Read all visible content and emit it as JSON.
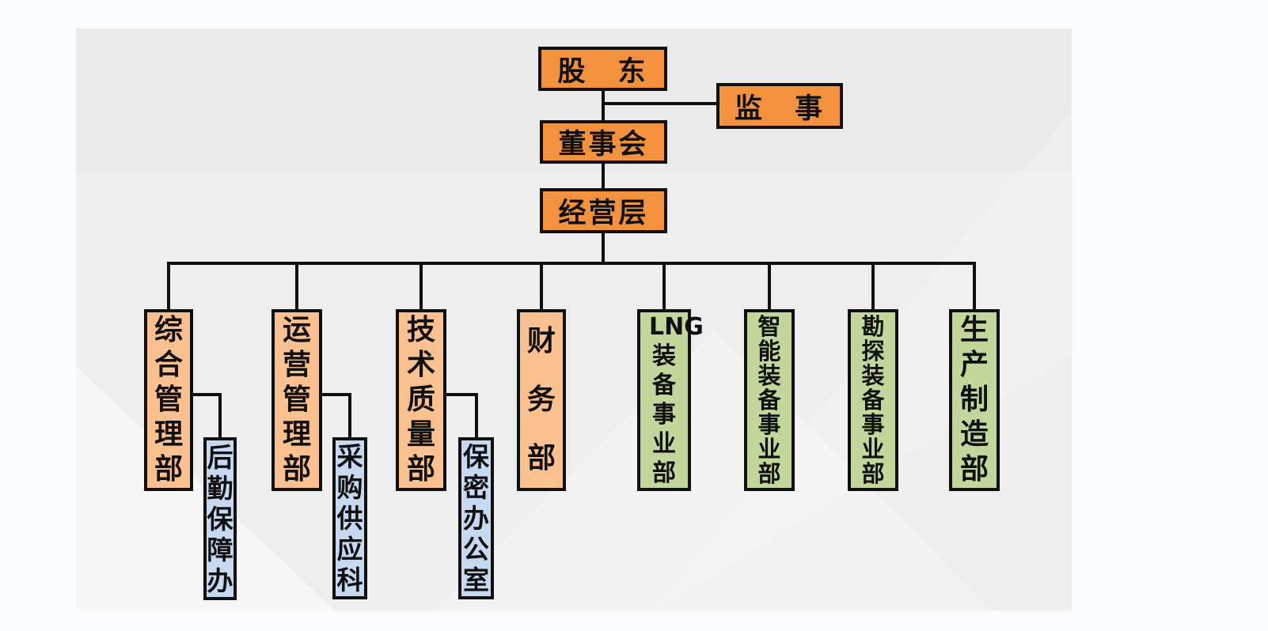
{
  "colors": {
    "top_box_fill": "#F2923E",
    "department_box_fill": "#FAC08F",
    "division_box_fill": "#C3D69B",
    "office_box_fill": "#C6D9F1",
    "outline_and_lines": "#101010",
    "slide_background": "#EFEEEF",
    "page_background": "#FAFBFD"
  },
  "org_chart": {
    "top_nodes": {
      "shareholders": {
        "label": "股　东"
      },
      "supervisors": {
        "label": "监　事"
      },
      "board": {
        "label": "董事会"
      },
      "management": {
        "label": "经营层"
      }
    },
    "departments": [
      {
        "label": "综合管理部"
      },
      {
        "label": "运营管理部"
      },
      {
        "label": "技术质量部"
      },
      {
        "label": "财务部"
      },
      {
        "label": "LNG\n装备事业部"
      },
      {
        "label": "智能装备事业部"
      },
      {
        "label": "勘探装备事业部"
      },
      {
        "label": "生产制造部"
      }
    ],
    "offices": [
      {
        "label": "后勤保障办",
        "parent": "综合管理部"
      },
      {
        "label": "采购供应科",
        "parent": "运营管理部"
      },
      {
        "label": "保密办公室",
        "parent": "技术质量部"
      }
    ]
  }
}
